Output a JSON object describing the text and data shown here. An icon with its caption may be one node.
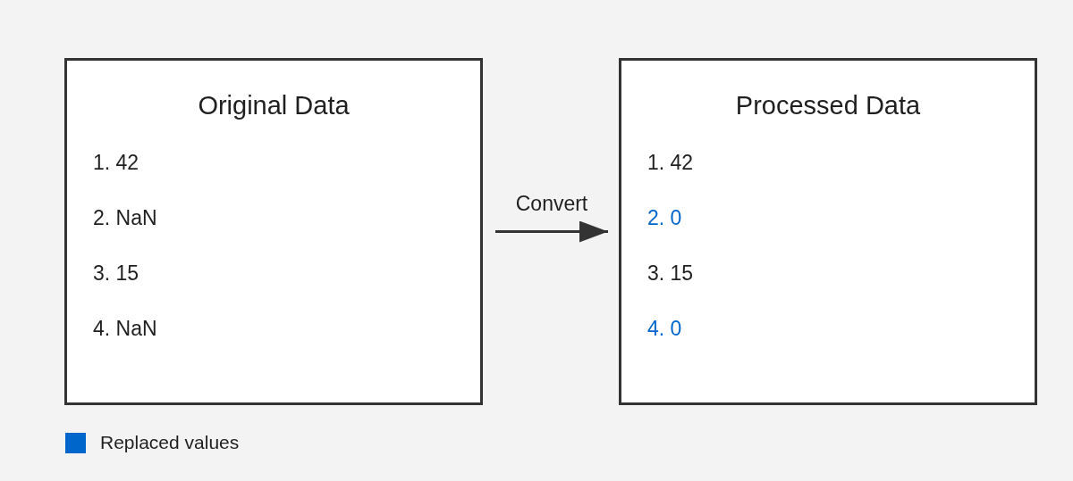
{
  "diagram": {
    "nodes": [
      {
        "text": [
          "Original Data",
          "1. 42",
          "2. NaN",
          "3. 15",
          "4. NaN"
        ]
      },
      {
        "text": [
          "Processed Data",
          "1. 42",
          "2. 0",
          "3. 15",
          "4. 0"
        ]
      }
    ],
    "edges": [
      {
        "from": 0,
        "to": 1,
        "arrow": "to",
        "label": "Convert"
      }
    ],
    "legend": [
      {
        "text": "Replaced values",
        "color": "#0066cc"
      }
    ]
  }
}
